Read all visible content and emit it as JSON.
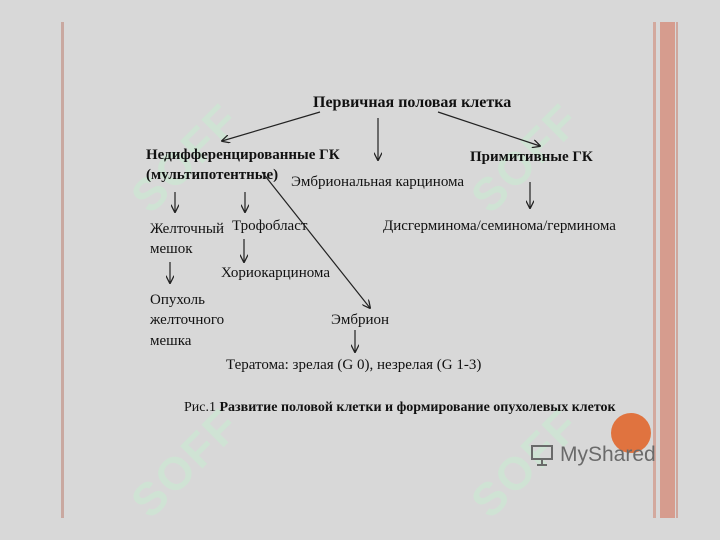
{
  "watermark": {
    "text": "SOFF"
  },
  "diagram": {
    "root": "Первичная половая клетка",
    "undiff": "Недифференцированные ГК",
    "undiff_sub": "(мультипотентные)",
    "embryonal": "Эмбриональная карцинома",
    "primitive": "Примитивные ГК",
    "yolk": "Желточный\nмешок",
    "tropho": "Трофобласт",
    "dysgerm": "Дисгерминома/семинома/герминома",
    "chorio": "Хориокарцинома",
    "yolk_tumor": "Опухоль\nжелточного\nмешка",
    "embryo": "Эмбрион",
    "teratoma": "Тератома: зрелая (G 0), незрелая (G 1-3)",
    "caption_prefix": "Рис.1",
    "caption": "Развитие половой клетки и формирование опухолевых клеток"
  },
  "branding": {
    "logo_text": "MyShared",
    "accent_color": "#e0733f"
  }
}
